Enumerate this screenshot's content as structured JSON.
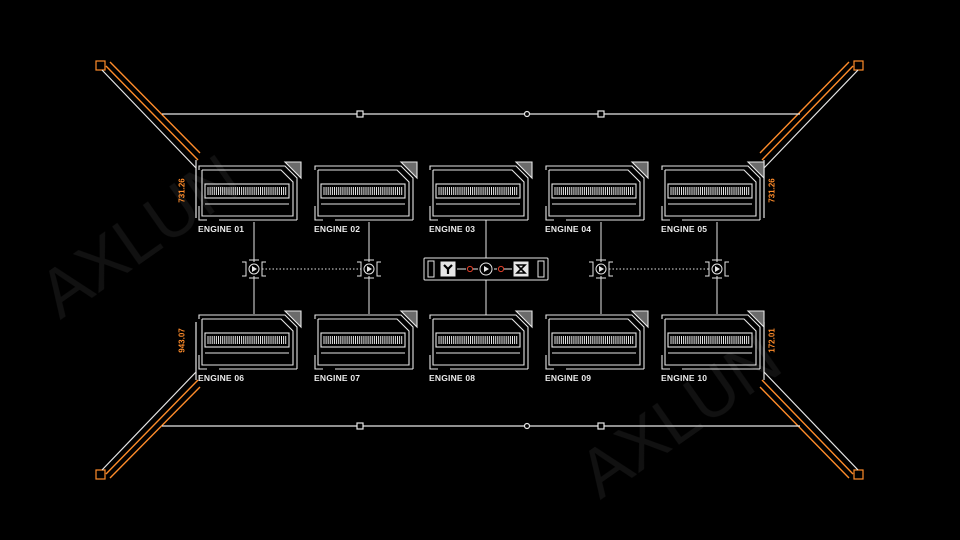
{
  "colors": {
    "background": "#000000",
    "line": "#e6e6e6",
    "accent": "#ff8c2a",
    "alert": "#e0402a"
  },
  "engines": [
    {
      "label": "ENGINE 01"
    },
    {
      "label": "ENGINE 02"
    },
    {
      "label": "ENGINE 03"
    },
    {
      "label": "ENGINE 04"
    },
    {
      "label": "ENGINE 05"
    },
    {
      "label": "ENGINE 06"
    },
    {
      "label": "ENGINE 07"
    },
    {
      "label": "ENGINE 08"
    },
    {
      "label": "ENGINE 09"
    },
    {
      "label": "ENGINE 10"
    }
  ],
  "side_readouts": {
    "top_left": "731.26",
    "top_right": "731.26",
    "bottom_left": "943.07",
    "bottom_right": "172.01"
  },
  "center_console": {
    "left_icon": "radiation-icon",
    "right_icon": "hourglass-icon"
  },
  "watermark": "AXLUNDOOM"
}
